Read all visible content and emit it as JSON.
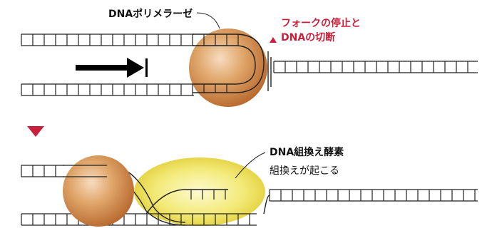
{
  "top_panel": {
    "polymerase_label": "DNAポリメラーゼ",
    "fork_stop_line1": "フォークの停止と",
    "fork_stop_line2": "DNAの切断"
  },
  "bottom_panel": {
    "recombinase_label": "DNA組換え酵素",
    "recombination_text": "組換えが起こる"
  },
  "colors": {
    "accent_red": "#c8203a",
    "polymerase_sphere": "#d99a5a",
    "recombinase_blob": "#efe060",
    "strand": "#222222"
  }
}
